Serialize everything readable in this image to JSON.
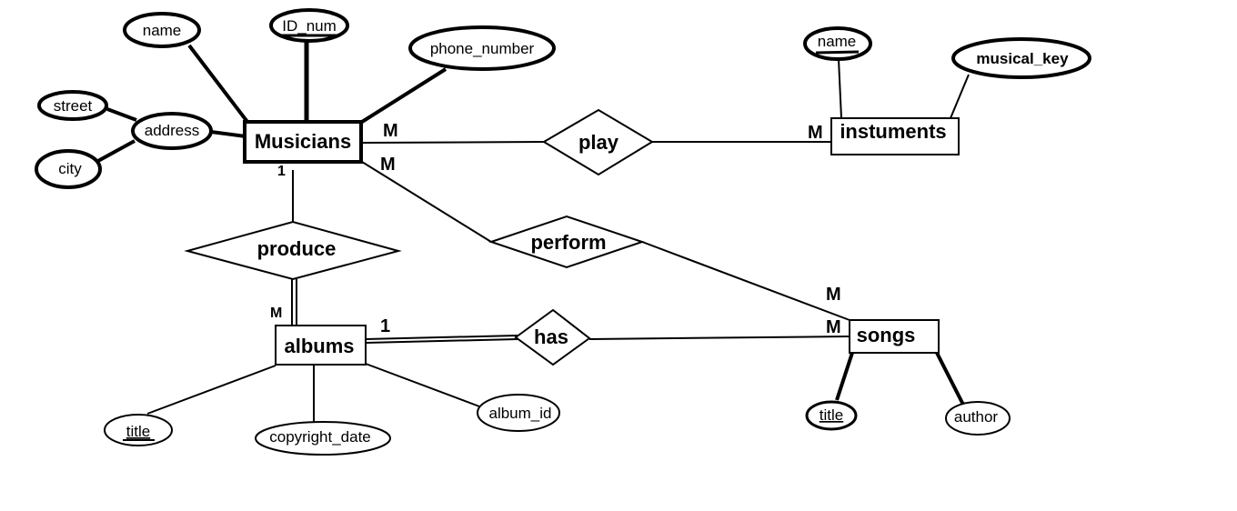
{
  "entities": {
    "musicians": "Musicians",
    "instruments": "instuments",
    "albums": "albums",
    "songs": "songs"
  },
  "relationships": {
    "play": "play",
    "perform": "perform",
    "produce": "produce",
    "has": "has"
  },
  "attributes": {
    "musician_name": "name",
    "musician_id_num": "ID_num",
    "musician_phone_number": "phone_number",
    "musician_address": "address",
    "address_street": "street",
    "address_city": "city",
    "instrument_name": "name",
    "instrument_musical_key": "musical_key",
    "album_title": "title",
    "album_copyright_date": "copyright_date",
    "album_id": "album_id",
    "song_title": "title",
    "song_author": "author"
  },
  "cardinalities": {
    "musicians_play": "M",
    "instruments_play": "M",
    "musicians_perform": "M",
    "songs_perform": "M",
    "musicians_produce": "1",
    "albums_produce": "M",
    "albums_has": "1",
    "songs_has": "M"
  }
}
